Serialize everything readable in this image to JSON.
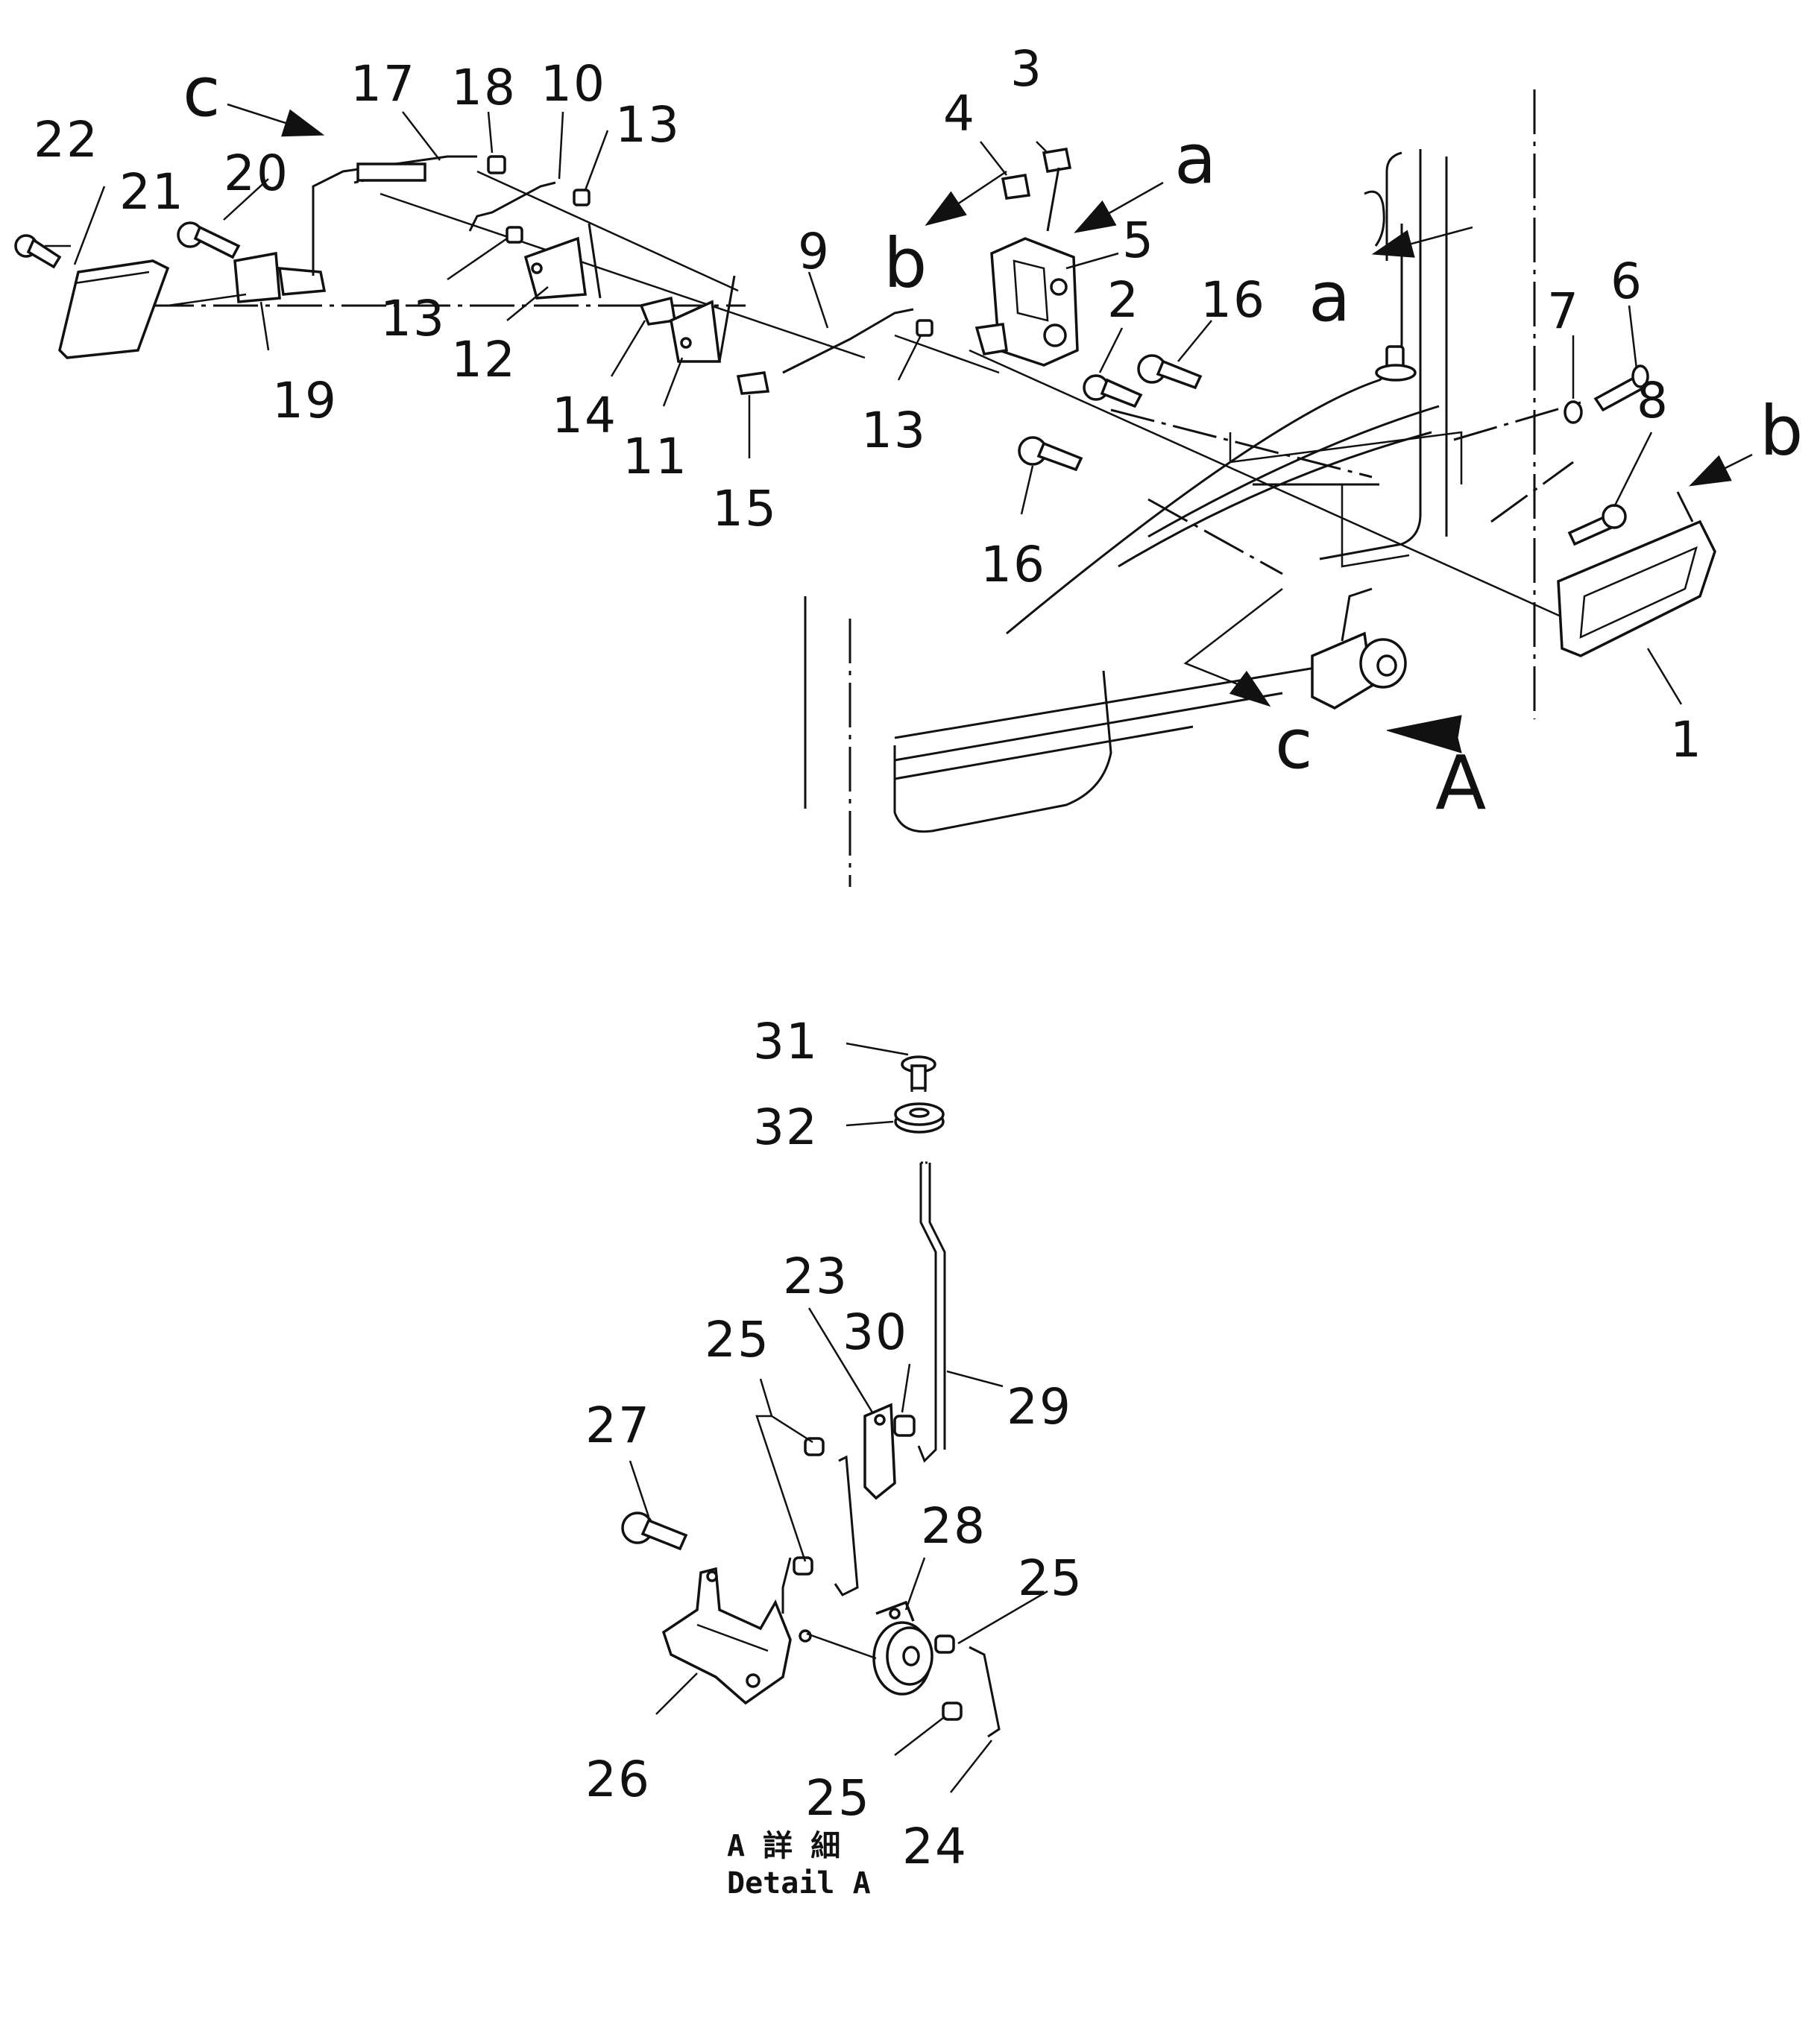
{
  "diagram": {
    "caption_line1": "A 詳 細",
    "caption_line2": "Detail A",
    "reference_letters": {
      "a": "a",
      "b": "b",
      "c": "c",
      "A": "A"
    },
    "callouts": {
      "p1": "1",
      "p2": "2",
      "p3": "3",
      "p4": "4",
      "p5": "5",
      "p6": "6",
      "p7": "7",
      "p8": "8",
      "p9": "9",
      "p10": "10",
      "p11": "11",
      "p12": "12",
      "p13": "13",
      "p14": "14",
      "p15": "15",
      "p16": "16",
      "p17": "17",
      "p18": "18",
      "p19": "19",
      "p20": "20",
      "p21": "21",
      "p22": "22",
      "p23": "23",
      "p24": "24",
      "p25": "25",
      "p26": "26",
      "p27": "27",
      "p28": "28",
      "p29": "29",
      "p30": "30",
      "p31": "31",
      "p32": "32"
    }
  }
}
